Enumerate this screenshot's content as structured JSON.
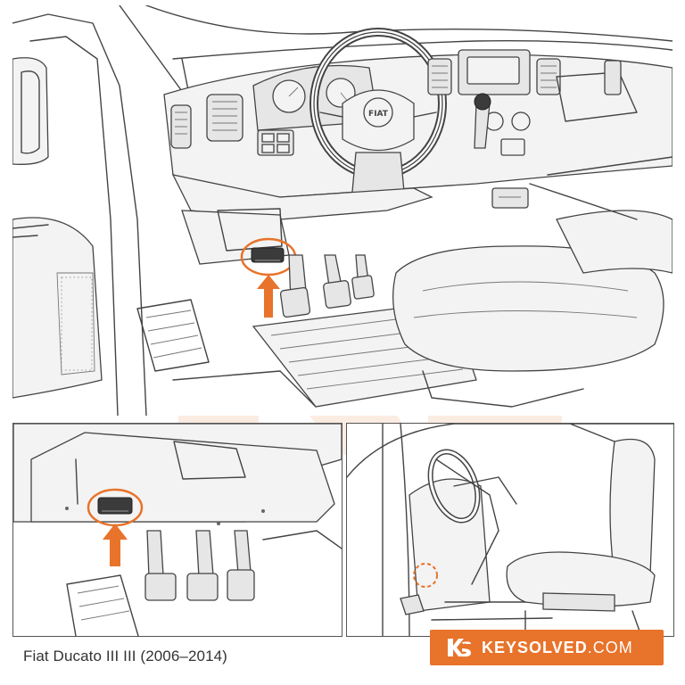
{
  "caption": "Fiat Ducato III III (2006–2014)",
  "brand": {
    "name": "KEYSOLVED",
    "suffix": ".COM",
    "logo_text": "KS",
    "background_color": "#e8732a",
    "text_color": "#ffffff"
  },
  "steering_wheel_logo": "FIAT",
  "highlight_color": "#e8732a",
  "icons": {
    "arrow": "up-arrow-icon",
    "port": "obd-port-icon",
    "target": "location-circle-icon"
  }
}
